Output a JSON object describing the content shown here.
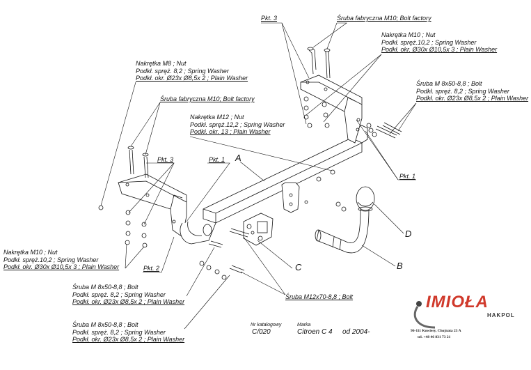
{
  "labels": {
    "pkt3_top": "Pkt. 3",
    "sruba_factory_top": "Śruba fabryczna M10; Bolt factory",
    "nut_m10_right": [
      "Nakrętka  M10 ; Nut",
      "Podkł. spręż.10,2 ; Spring Washer",
      "Podkł. okr.  Ø30x Ø10,5x 3 ; Plain Washer"
    ],
    "bolt_m8_right": [
      "Śruba M 8x50-8,8 ;  Bolt",
      "Podkł. spręż. 8,2 ; Spring Washer",
      "Podkł. okr.  Ø23x Ø8,5x 2 ; Plain Washer"
    ],
    "nut_m8_left": [
      "Nakrętka  M8 ; Nut",
      "Podkł. spręż. 8,2 ; Spring Washer",
      "Podkł. okr.  Ø23x Ø8,5x 2 ; Plain Washer"
    ],
    "sruba_factory_left": "Śruba fabryczna M10; Bolt factory",
    "nut_m12": [
      "Nakrętka  M12 ; Nut",
      "Podkł. spręż.12,2 ; Spring Washer",
      "Podkł. okr. 13 ; Plain Washer"
    ],
    "pkt3_left": "Pkt. 3",
    "pkt1_left": "Pkt. 1",
    "letter_a": "A",
    "pkt1_right": "Pkt. 1",
    "nut_m10_left": [
      "Nakrętka  M10 ; Nut",
      "Podkł. spręż.10,2 ; Spring Washer",
      "Podkł. okr.  Ø30x Ø10,5x 3 ; Plain Washer"
    ],
    "pkt2": "Pkt. 2",
    "letter_d": "D",
    "letter_c": "C",
    "letter_b": "B",
    "bolt_m8_bottom1": [
      "Śruba M 8x50-8,8 ;  Bolt",
      "Podkł. spręż. 8,2 ; Spring Washer",
      "Podkł. okr.  Ø23x Ø8,5x 2 ; Plain Washer"
    ],
    "sruba_m12": "Śruba M12x70-8,8 ;  Bolt",
    "bolt_m8_bottom2": [
      "Śruba M 8x50-8,8 ;  Bolt",
      "Podkł. spręż. 8,2 ; Spring Washer",
      "Podkł. okr.  Ø23x Ø8,5x 2 ; Plain Washer"
    ]
  },
  "info": {
    "catalog_label": "Nr katalogowy",
    "catalog_value": "C/020",
    "brand_label": "Marka",
    "brand_value": "Citroen C 4",
    "year_value": "od 2004-"
  },
  "company": {
    "logo": "IMIOŁA",
    "sub": "HAKPOL",
    "address": "96-111 Kowiesy, Chojnata 23 A",
    "phone": "tel. +48 46 831 73 21"
  },
  "colors": {
    "line": "#111111",
    "logo_red": "#d0392b"
  }
}
